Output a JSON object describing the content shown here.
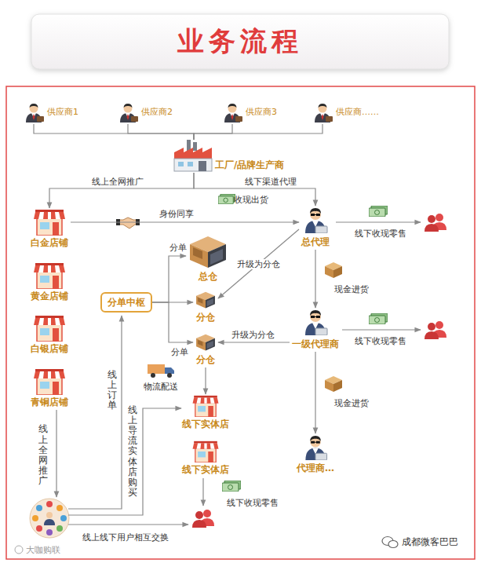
{
  "diagram": {
    "title": "业务流程",
    "nodes": [
      {
        "text": [
          "供应商1"
        ]
      },
      {
        "text": [
          "供应商2"
        ]
      },
      {
        "text": [
          "供应商3"
        ]
      },
      {
        "text": [
          "供应商……"
        ]
      },
      {
        "text": [
          "工厂/品牌生产商"
        ]
      },
      {
        "text": [
          "白金店铺"
        ]
      },
      {
        "text": [
          "总代理"
        ]
      },
      {
        "text": [
          "总仓"
        ]
      },
      {
        "text": [
          "分单中枢"
        ]
      },
      {
        "text": [
          "分仓"
        ]
      },
      {
        "text": [
          "黄金店铺"
        ]
      },
      {
        "text": [
          "分仓"
        ]
      },
      {
        "text": [
          "一级代理商"
        ]
      },
      {
        "text": [
          "白银店铺"
        ]
      },
      {
        "text": [
          "青铜店铺"
        ]
      },
      {
        "text": [
          "线下实体店"
        ]
      },
      {
        "text": [
          "线下实体店"
        ]
      },
      {
        "text": [
          "代理商…"
        ]
      }
    ],
    "edges": [
      {
        "from": 0,
        "to": 4,
        "arrow": "none"
      },
      {
        "from": 1,
        "to": 4,
        "arrow": "none"
      },
      {
        "from": 2,
        "to": 4,
        "arrow": "none"
      },
      {
        "from": 3,
        "to": 4,
        "arrow": "none"
      },
      {
        "from": 4,
        "to": 5,
        "label": "线上全网推广",
        "arrow": "to"
      },
      {
        "from": 4,
        "to": 6,
        "label": "线下渠道代理",
        "arrow": "to"
      },
      {
        "from": 5,
        "to": 6,
        "label": "身份同享",
        "arrow": "to"
      },
      {
        "from": 6,
        "to": 9,
        "label": "升级为分仓",
        "arrow": "to"
      },
      {
        "from": 6,
        "to": 12,
        "label": "现金进货",
        "arrow": "to"
      },
      {
        "from": 8,
        "to": 7,
        "label": "分单",
        "arrow": "to"
      },
      {
        "from": 8,
        "to": 9,
        "arrow": "to"
      },
      {
        "from": 8,
        "to": 11,
        "label": "分单",
        "arrow": "to"
      },
      {
        "from": 12,
        "to": 11,
        "label": "升级为分仓",
        "arrow": "to"
      },
      {
        "from": 12,
        "to": 17,
        "label": "现金进货",
        "arrow": "to"
      },
      {
        "from": 11,
        "to": 15,
        "label": "物流配送",
        "arrow": "to"
      }
    ],
    "labels": [
      "收现出货",
      "线下收现零售",
      "线下收现零售",
      "线上全网推广",
      "线上订单",
      "线上导流实体店购买",
      "线下收现零售",
      "线上线下用户相互交换",
      "大咖购联",
      "成都微客巴巴"
    ]
  }
}
